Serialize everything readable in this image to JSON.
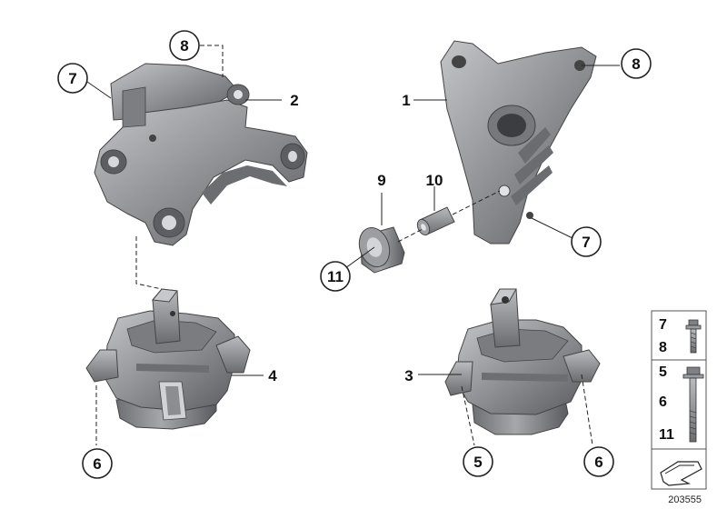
{
  "diagram": {
    "reference_number": "203555",
    "callouts": {
      "bracket_left_bolt_top": "8",
      "bracket_left_bolt_side": "7",
      "bracket_left_number": "2",
      "bracket_right_number": "1",
      "bracket_right_bolt_top": "8",
      "bracket_right_bolt_bottom": "7",
      "damper_part": "9",
      "sleeve_part": "10",
      "damper_ring": "11",
      "mount_left_number": "4",
      "mount_left_bolt": "6",
      "mount_right_number": "3",
      "mount_right_bolt_a": "5",
      "mount_right_bolt_b": "6"
    },
    "legend": {
      "group_a": [
        "7",
        "8"
      ],
      "group_b": [
        "5",
        "6",
        "11"
      ]
    }
  },
  "colors": {
    "part_fill": "#8a8c8f",
    "part_light": "#b4b6b9",
    "part_dark": "#5e6063",
    "line": "#222222"
  }
}
